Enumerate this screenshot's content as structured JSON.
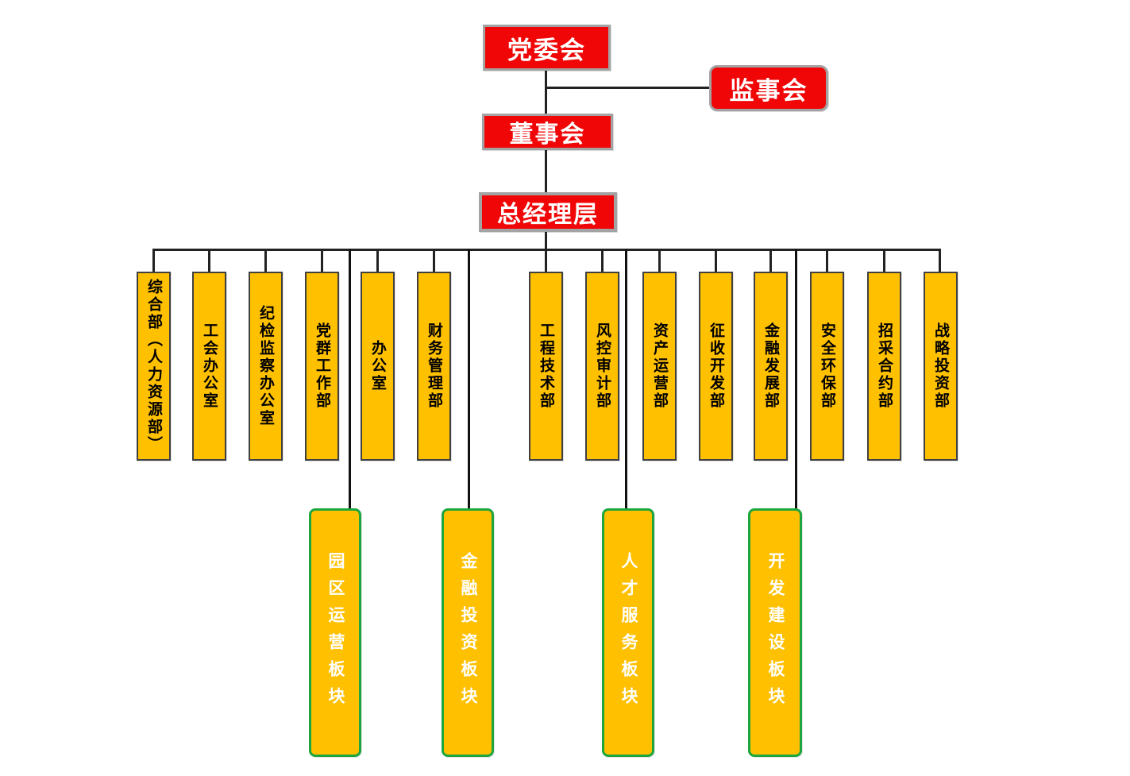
{
  "nodes": {
    "party": {
      "label": "党委会"
    },
    "supervisory": {
      "label": "监事会"
    },
    "board": {
      "label": "董事会"
    },
    "gm": {
      "label": "总经理层"
    }
  },
  "departments": [
    {
      "label": "综合部（人力资源部）"
    },
    {
      "label": "工会办公室"
    },
    {
      "label": "纪检监察办公室"
    },
    {
      "label": "党群工作部"
    },
    {
      "label": "办公室"
    },
    {
      "label": "财务管理部"
    },
    {
      "label": "工程技术部"
    },
    {
      "label": "风控审计部"
    },
    {
      "label": "资产运营部"
    },
    {
      "label": "征收开发部"
    },
    {
      "label": "金融发展部"
    },
    {
      "label": "安全环保部"
    },
    {
      "label": "招采合约部"
    },
    {
      "label": "战略投资部"
    }
  ],
  "sectors": [
    {
      "label": "园区运营板块"
    },
    {
      "label": "金融投资板块"
    },
    {
      "label": "人才服务板块"
    },
    {
      "label": "开发建设板块"
    }
  ],
  "colors": {
    "leadership_fill": "#f00606",
    "leadership_border": "#a3a3a3",
    "department_fill": "#ffc000",
    "department_border": "#404040",
    "sector_fill": "#ffc000",
    "sector_border": "#1ea63e",
    "connector_line": "#222222",
    "leadership_text": "#ffffff",
    "department_text": "#000000",
    "sector_text": "#ffffff"
  }
}
